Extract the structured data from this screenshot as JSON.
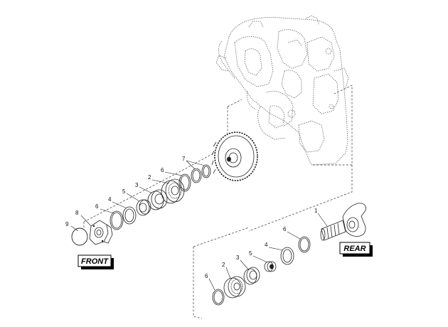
{
  "labels": {
    "front": "FRONT",
    "rear": "REAR"
  },
  "callouts": {
    "c1": "1",
    "c2a": "2",
    "c2b": "2",
    "c3a": "3",
    "c3b": "3",
    "c4a": "4",
    "c4b": "4",
    "c5a": "5",
    "c5b": "5",
    "c6a": "6",
    "c6b": "6",
    "c6c": "6",
    "c6d": "6",
    "c7": "7",
    "c8": "8",
    "c9": "9"
  }
}
